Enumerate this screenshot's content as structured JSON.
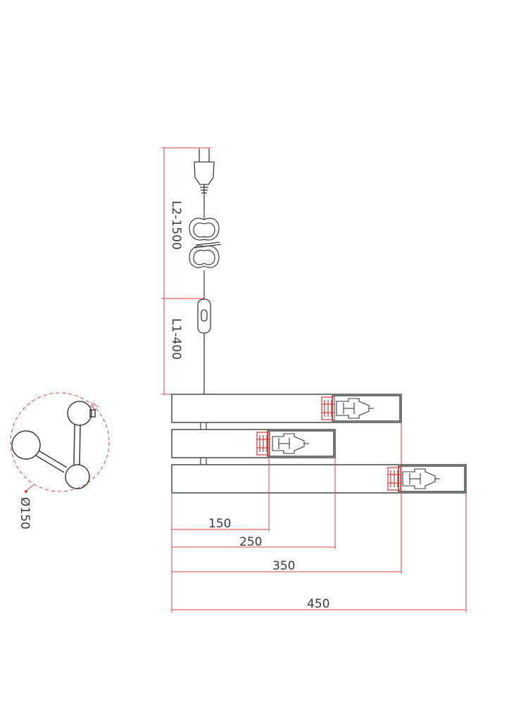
{
  "drawing": {
    "colors": {
      "line": "#3a3a3a",
      "dimension": "#d84040",
      "background": "#ffffff"
    },
    "cord_dimensions": {
      "l2_label": "L2-1500",
      "l1_label": "L1-400"
    },
    "diameter_label": "Ø150",
    "arm_dimensions": [
      {
        "label": "150"
      },
      {
        "label": "250"
      },
      {
        "label": "350"
      },
      {
        "label": "450"
      }
    ],
    "icons": [
      "plug-icon",
      "cable-coil-icon",
      "inline-switch-icon",
      "lamp-bulb-icon"
    ]
  }
}
